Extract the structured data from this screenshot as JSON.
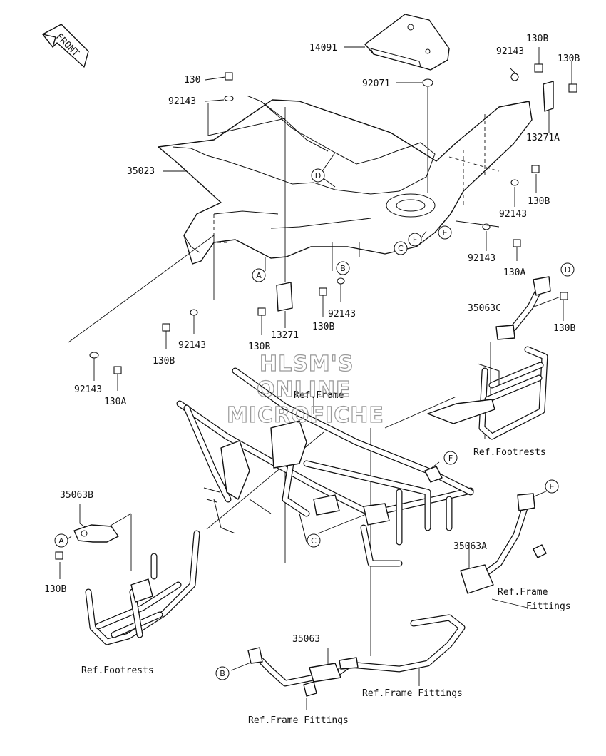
{
  "front_arrow": {
    "label": "FRONT"
  },
  "part_labels": {
    "p14091": "14091",
    "p130B_a": "130B",
    "p130B_b": "130B",
    "p92143_a": "92143",
    "p130": "130",
    "p92143_b": "92143",
    "p92071": "92071",
    "p13271A": "13271A",
    "p35023": "35023",
    "p130B_c": "130B",
    "p92143_c": "92143",
    "p92143_d": "92143",
    "p130A_a": "130A",
    "p35063C": "35063C",
    "p130B_d": "130B",
    "p92143_e": "92143",
    "p13271": "13271",
    "p130B_e": "130B",
    "p130B_f": "130B",
    "p92143_f": "92143",
    "p92143_g": "92143",
    "p130A_b": "130A",
    "p35063B": "35063B",
    "p130B_g": "130B",
    "p35063A": "35063A",
    "p35063": "35063"
  },
  "reference_labels": {
    "ref_frame": "Ref.Frame",
    "ref_footrests_right": "Ref.Footrests",
    "ref_footrests_left": "Ref.Footrests",
    "ref_frame_fittings_right_1": "Ref.Frame",
    "ref_frame_fittings_right_2": "Fittings",
    "ref_frame_fittings_bottom_center": "Ref.Frame Fittings",
    "ref_frame_fittings_bottom": "Ref.Frame Fittings"
  },
  "callouts": {
    "A1": "A",
    "A2": "A",
    "B1": "B",
    "B2": "B",
    "C1": "C",
    "C2": "C",
    "D1": "D",
    "D2": "D",
    "E1": "E",
    "E2": "E",
    "F1": "F",
    "F2": "F"
  },
  "watermark": {
    "line1": "HLSM'S",
    "line2": "ONLINE",
    "line3": "MICROFICHE"
  }
}
